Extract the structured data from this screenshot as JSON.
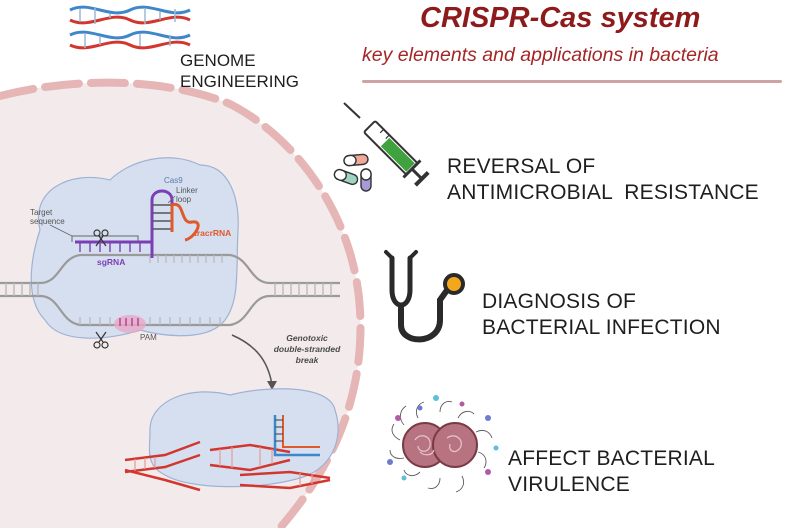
{
  "header": {
    "title": "CRISPR-Cas system",
    "subtitle": "key elements and applications in bacteria"
  },
  "genome": {
    "label_line1": "GENOME",
    "label_line2": "ENGINEERING"
  },
  "applications": [
    {
      "line1": "REVERSAL OF",
      "line2": "ANTIMICROBIAL  RESISTANCE"
    },
    {
      "line1": "DIAGNOSIS OF",
      "line2": "BACTERIAL INFECTION"
    },
    {
      "line1": "AFFECT BACTERIAL",
      "line2": "VIRULENCE"
    }
  ],
  "mechanism": {
    "cas9": "Cas9",
    "linker_line1": "Linker",
    "linker_line2": "loop",
    "tracrrna": "tracrRNA",
    "target_line1": "Target",
    "target_line2": "sequence",
    "sgrna": "sgRNA",
    "pam": "PAM",
    "break_line1": "Genotoxic",
    "break_line2": "double-stranded",
    "break_line3": "break"
  },
  "colors": {
    "title": "#8e1b1b",
    "subtitle": "#a52626",
    "cell_fill": "#f3ebeb",
    "cell_border": "#e4b8b8",
    "cas9_fill": "#d6dff0",
    "sgrna": "#7b3fb5",
    "tracrrna": "#e0592a",
    "dna_red": "#d2372f",
    "dna_blue": "#3e87c8"
  }
}
